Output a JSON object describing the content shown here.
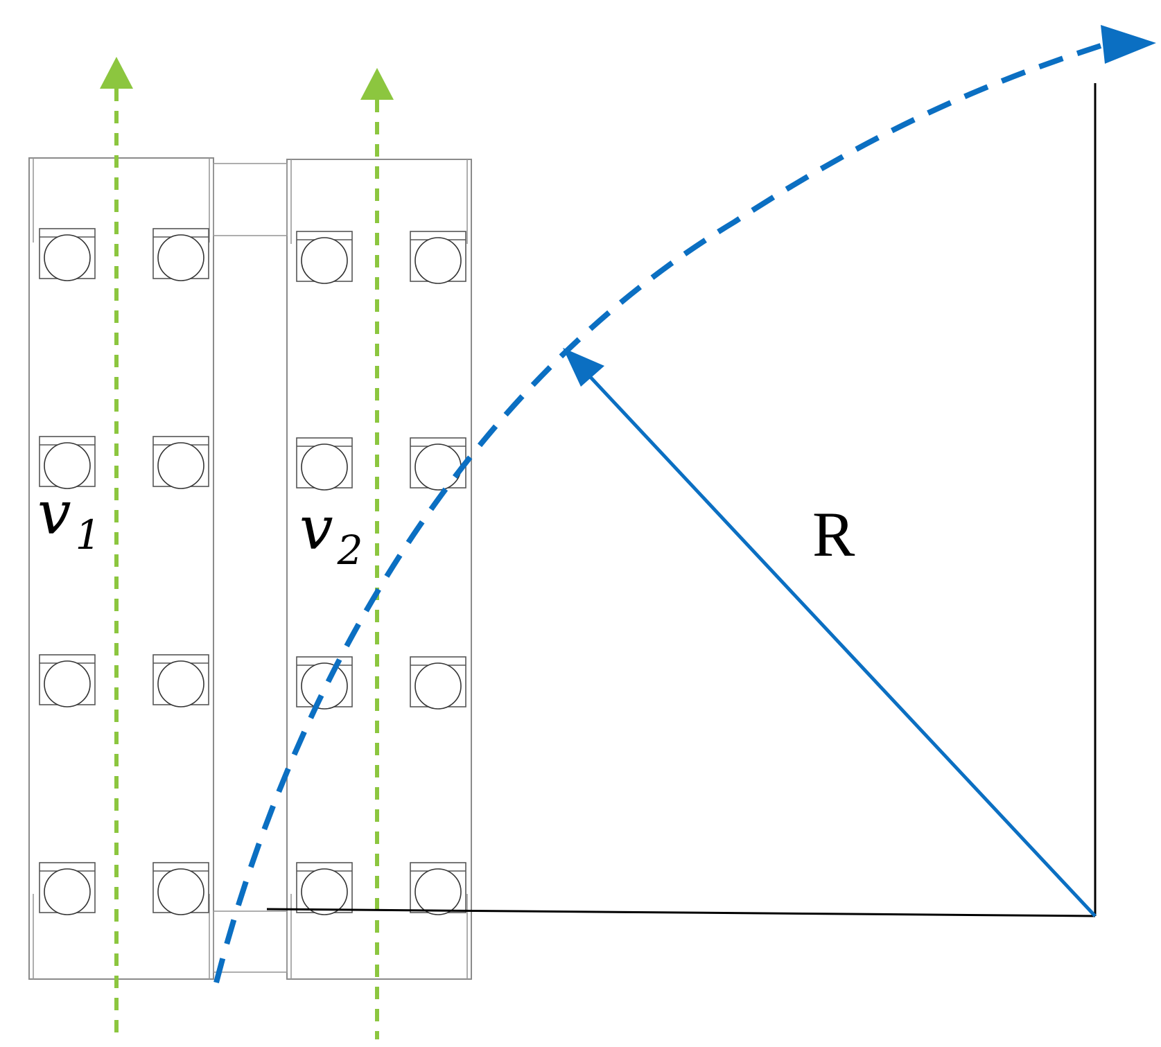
{
  "labels": {
    "velocity_1": {
      "symbol": "v",
      "subscript": "1"
    },
    "velocity_2": {
      "symbol": "v",
      "subscript": "2"
    },
    "radius": "R"
  },
  "colors": {
    "path_arrows": "#8cc63f",
    "turn_arc": "#0b6fc2",
    "radius_vector": "#0b6fc2",
    "reference_axes": "#000000",
    "robot_outline": "#8a8a8a"
  },
  "icons": {
    "wheel": "circle-in-square"
  }
}
